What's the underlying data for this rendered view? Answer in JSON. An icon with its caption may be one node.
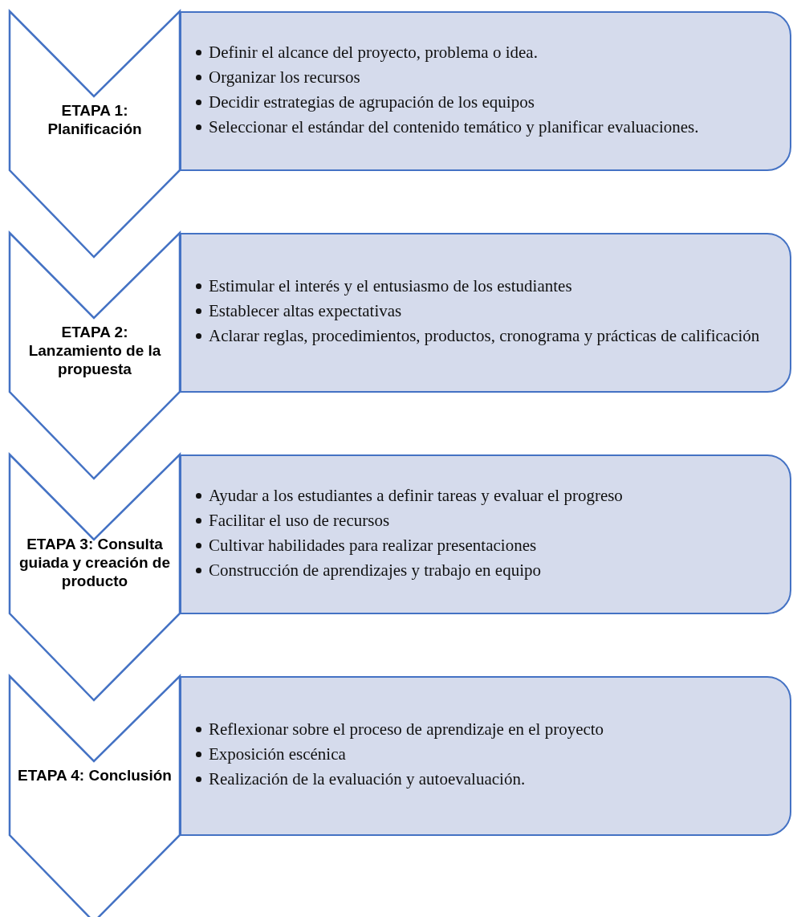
{
  "diagram": {
    "nodes": [
      {
        "text": [
          "ETAPA 1: Planificación"
        ]
      },
      {
        "text": [
          "Definir el alcance del proyecto, problema o idea.",
          "Organizar los recursos",
          "Decidir estrategias de agrupación de los equipos",
          "Seleccionar el estándar del contenido temático y planificar evaluaciones."
        ]
      },
      {
        "text": [
          "ETAPA 2: Lanzamiento de la propuesta"
        ]
      },
      {
        "text": [
          "Estimular el interés y el entusiasmo de los estudiantes",
          "Establecer altas expectativas",
          "Aclarar reglas, procedimientos, productos, cronograma y prácticas de calificación"
        ]
      },
      {
        "text": [
          "ETAPA 3: Consulta guiada y creación de producto"
        ]
      },
      {
        "text": [
          "Ayudar a los estudiantes a definir tareas y evaluar el progreso",
          "Facilitar el uso de recursos",
          "Cultivar habilidades para realizar presentaciones",
          "Construcción de aprendizajes y trabajo en equipo"
        ]
      },
      {
        "text": [
          "ETAPA 4: Conclusión"
        ]
      },
      {
        "text": [
          "Reflexionar sobre el proceso de aprendizaje en el proyecto",
          "Exposición escénica",
          "Realización de la evaluación y autoevaluación."
        ]
      }
    ]
  }
}
